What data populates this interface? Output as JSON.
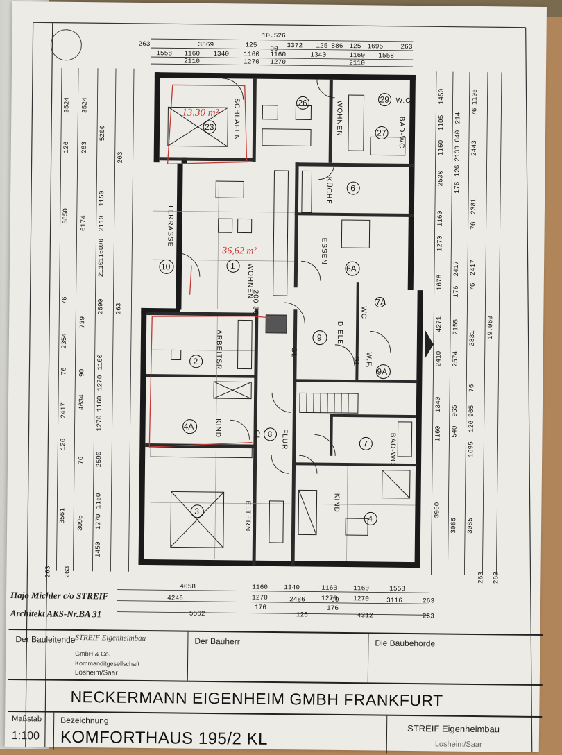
{
  "dims": {
    "top_total": "10.526",
    "top_row1": [
      "263",
      "3569",
      "125",
      "3372",
      "125",
      "886",
      "125",
      "1695",
      "263"
    ],
    "top_row2": [
      "1558",
      "1160",
      "1340",
      "1160",
      "1160",
      "1340",
      "1160",
      "1558"
    ],
    "top_row3": [
      "2110",
      "1270",
      "1270",
      "2110"
    ],
    "top_90": "90",
    "bottom_row1": [
      "4058",
      "1160",
      "1340",
      "1160",
      "1160",
      "1558"
    ],
    "bottom_row2": [
      "4246",
      "1270",
      "2486",
      "1270",
      "1270",
      "3116",
      "263"
    ],
    "bottom_row3": [
      "5562",
      "176",
      "126",
      "176",
      "4312",
      "263"
    ],
    "bottom_90": "90",
    "left_a": [
      "3524",
      "126",
      "5850",
      "76",
      "2354",
      "76",
      "2417",
      "126",
      "3561"
    ],
    "left_b": [
      "3524",
      "263",
      "6174",
      "739",
      "90",
      "4634",
      "76",
      "3095"
    ],
    "left_c": [
      "5200",
      "1150",
      "2110",
      "90",
      "1160",
      "2110",
      "2590",
      "1160",
      "1270",
      "1160",
      "1270",
      "2590",
      "1160",
      "1270",
      "1450"
    ],
    "left_263": [
      "263",
      "263",
      "263",
      "263"
    ],
    "right_a": [
      "1450",
      "1105",
      "1160",
      "2530",
      "1160",
      "1270",
      "1678",
      "4271",
      "2410",
      "1340",
      "1160",
      "3950"
    ],
    "right_b": [
      "214",
      "840",
      "2133",
      "126",
      "176",
      "2417",
      "176",
      "2155",
      "2574",
      "965",
      "540",
      "3085"
    ],
    "right_c": [
      "1105",
      "76",
      "2443",
      "2381",
      "76",
      "2417",
      "76",
      "3831",
      "76",
      "965",
      "126",
      "1695",
      "3085"
    ],
    "right_total": "19.060",
    "right_263": [
      "263",
      "263"
    ]
  },
  "rooms": {
    "r23": {
      "num": "23",
      "name": "SCHLAFEN"
    },
    "r26": {
      "num": "26",
      "name": ""
    },
    "r_wohnen_top": {
      "name": "WOHNEN"
    },
    "r29": {
      "num": "29",
      "name": "W.C."
    },
    "r27": {
      "num": "27",
      "name": "BAD-WC"
    },
    "r10": {
      "num": "10",
      "name": "TERRASSE"
    },
    "r1": {
      "num": "1",
      "name": "WOHNEN"
    },
    "r6": {
      "num": "6",
      "name": "KÜCHE"
    },
    "r6a": {
      "num": "6A",
      "name": "ESSEN"
    },
    "r2": {
      "num": "2",
      "name": "ARBEITSR."
    },
    "r9": {
      "num": "9",
      "name": "DIELE"
    },
    "r9a": {
      "num": "9A",
      "name": "W.F."
    },
    "r_wc_small": {
      "num": "7A",
      "name": "WC"
    },
    "r4a": {
      "num": "4A",
      "name": "KIND"
    },
    "r8": {
      "num": "8",
      "name": "FLUR"
    },
    "r7": {
      "num": "7",
      "name": "BAD-WC"
    },
    "r3": {
      "num": "3",
      "name": "ELTERN"
    },
    "r4": {
      "num": "4",
      "name": "KIND"
    },
    "gl_labels": [
      "GL",
      "GL",
      "GL"
    ],
    "chimney": "200\n30"
  },
  "handwriting": {
    "area_top": "13,30 m²",
    "area_living": "36,62 m²"
  },
  "architect": {
    "line1": "Hajo Michler c/o STREIF",
    "line2": "Architekt AKS-Nr.BA 31"
  },
  "title_block": {
    "bauleitende_label": "Der Bauleitende",
    "bauleitende_stamp": [
      "STREIF Eigenheimbau",
      "GmbH & Co.",
      "Kommanditgesellschaft",
      "Losheim/Saar"
    ],
    "bauherr_label": "Der Bauherr",
    "behoerde_label": "Die Baubehörde",
    "company": "NECKERMANN EIGENHEIM GMBH FRANKFURT",
    "massstab_label": "Maßstab",
    "massstab_value": "1:100",
    "bezeichnung_label": "Bezeichnung",
    "bezeichnung_value": "KOMFORTHAUS 195/2 KL",
    "firm": "STREIF Eigenheimbau",
    "firm_sub": "Losheim/Saar"
  }
}
